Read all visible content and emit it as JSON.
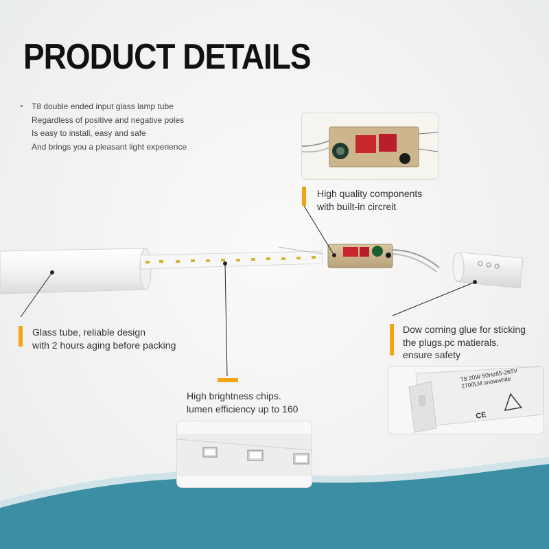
{
  "header": {
    "title": "PRODUCT DETAILS"
  },
  "intro": {
    "lines": [
      "T8 double ended input glass lamp tube",
      "Regardless of positive and negative poles",
      "Is easy to install, easy and safe",
      "And brings you a pleasant light experience"
    ]
  },
  "callouts": {
    "components": [
      "High quality components",
      "with built-in circreit"
    ],
    "glass_tube": [
      "Glass tube, reliable design",
      "with 2 hours aging before packing"
    ],
    "glue": [
      "Dow corning glue for sticking",
      "the plugs.pc matierals.",
      "ensure safety"
    ],
    "chips": [
      "High brightness chips.",
      "lumen efficiency up to 160"
    ]
  },
  "endcap_label": {
    "lines": [
      "T8 20W 50Hz85-265V",
      "2700LM snowwhite"
    ]
  },
  "colors": {
    "accent": "#f2a316",
    "wave": "#3b8ea3",
    "tube": "#f4f4f4"
  }
}
